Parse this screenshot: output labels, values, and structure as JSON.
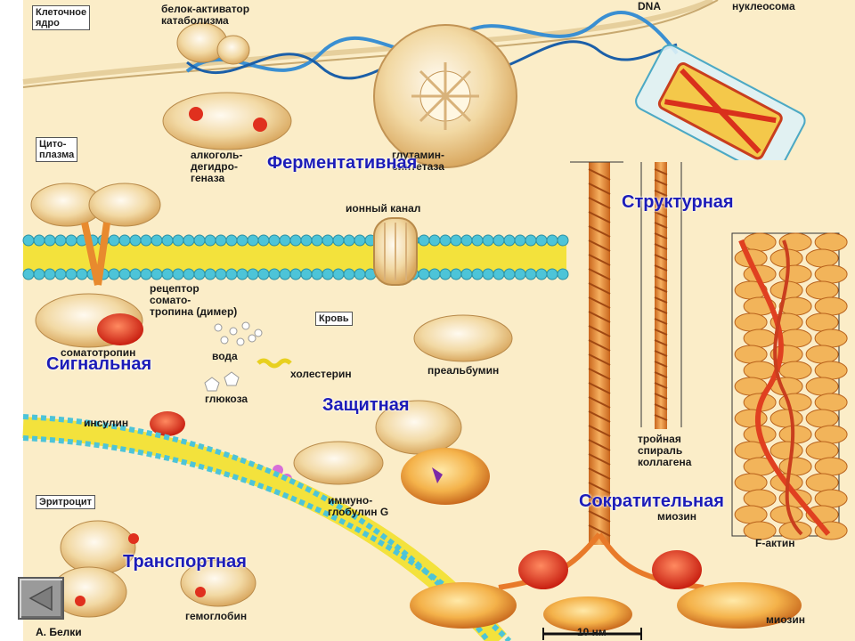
{
  "categories": {
    "enzymatic": "Ферментативная",
    "structural": "Структурная",
    "signaling": "Сигнальная",
    "protective": "Защитная",
    "contractile": "Сократительная",
    "transport": "Транспортная"
  },
  "compartments": {
    "nucleus": "Клеточное\nядро",
    "cytoplasm": "Цито-\nплазма",
    "blood": "Кровь",
    "erythrocyte": "Эритроцит"
  },
  "labels": {
    "dna": "DNA",
    "nucleosome": "нуклеосома",
    "activator": "белок-активатор\nкатаболизма",
    "alcohol_dh": "алкоголь-\nдегидро-\nгеназа",
    "glutamine": "глутамин-\nсинтетаза",
    "ion_channel": "ионный канал",
    "receptor": "рецептор\nсомато-\nтропина (димер)",
    "somatotropin": "соматотропин",
    "water": "вода",
    "cholesterol": "холестерин",
    "prealbumin": "преальбумин",
    "glucose": "глюкоза",
    "insulin": "инсулин",
    "immunoglobulin": "иммуно-\nглобулин G",
    "collagen": "тройная\nспираль\nколлагена",
    "myosin_upper": "миозин",
    "f_actin": "F-актин",
    "hemoglobin": "гемоглобин",
    "myosin_lower": "миозин",
    "scale": "10 нм"
  },
  "caption": "А. Белки",
  "nav": {
    "icon": "triangle-left-icon"
  },
  "colors": {
    "category_text": "#1c1cb8",
    "background": "#fbedc8",
    "membrane_bead": "#4dc4d8",
    "membrane_core": "#f3e23c",
    "protein_cream": "#f2d9a4",
    "protein_red": "#e0301e",
    "fiber_orange": "#e87a2a"
  }
}
